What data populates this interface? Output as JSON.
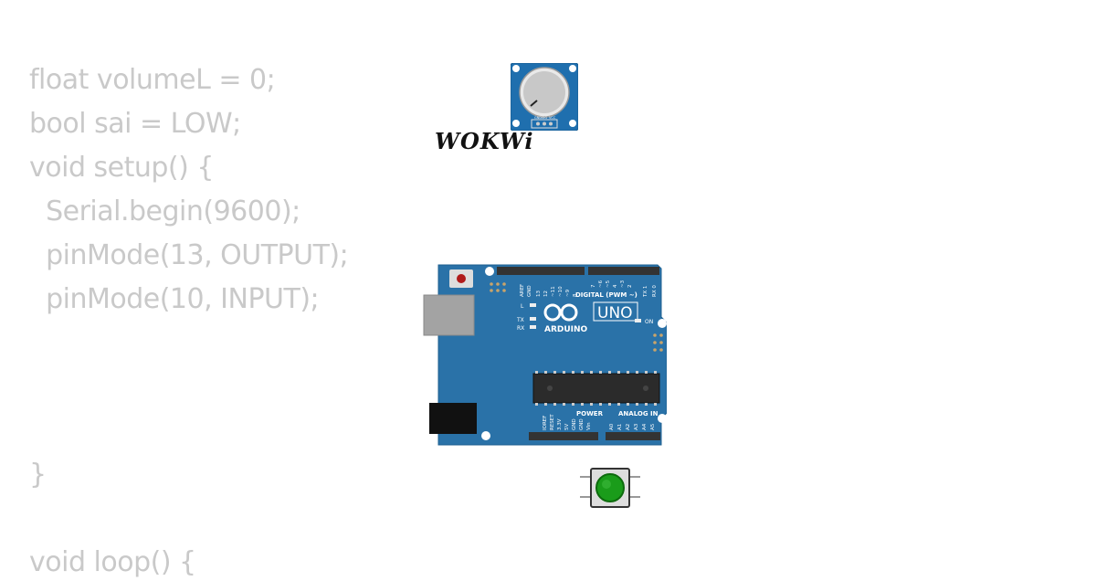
{
  "code": {
    "lines": [
      "float volumeL = 0;",
      "bool sai = LOW;",
      "void setup() {",
      "  Serial.begin(9600);",
      "  pinMode(13, OUTPUT);",
      "  pinMode(10, INPUT);",
      "",
      "",
      "",
      "}",
      "",
      "void loop() {"
    ]
  },
  "watermark": "WOKWi",
  "potentiometer": {
    "pins": [
      "GND",
      "SIG",
      "VCC"
    ]
  },
  "arduino": {
    "brand": "ARDUINO",
    "model": "UNO",
    "digital_label": "DIGITAL (PWM ~)",
    "power_label": "POWER",
    "analog_label": "ANALOG IN",
    "on_label": "ON",
    "l_label": "L",
    "tx_label": "TX",
    "rx_label": "RX",
    "top_pins": [
      "AREF",
      "GND",
      "13",
      "12",
      "~11",
      "~10",
      "~9",
      "8",
      "7",
      "~6",
      "~5",
      "4",
      "~3",
      "2",
      "TX 1",
      "RX 0"
    ],
    "bottom_pins": [
      "IOREF",
      "RESET",
      "3.3V",
      "5V",
      "GND",
      "GND",
      "Vin",
      "A0",
      "A1",
      "A2",
      "A3",
      "A4",
      "A5"
    ]
  },
  "pushbutton": {
    "color": "#1a9c1a"
  }
}
